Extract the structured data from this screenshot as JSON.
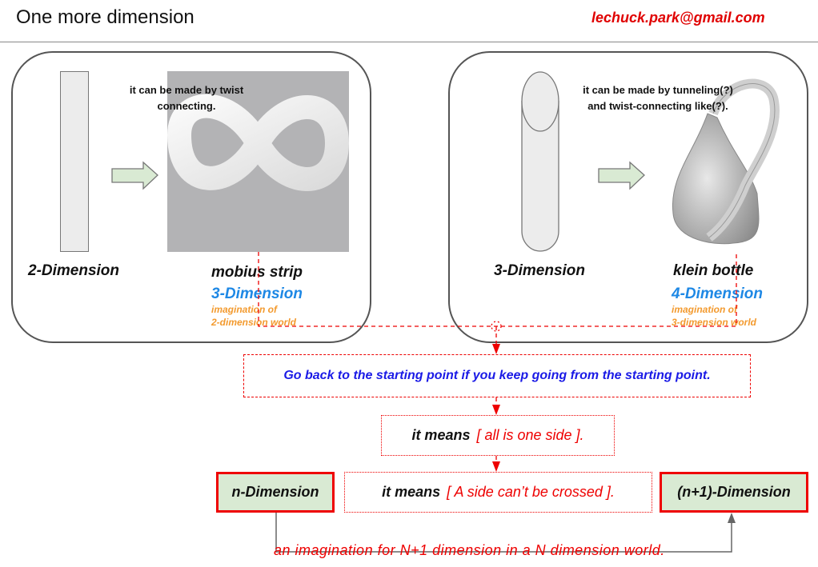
{
  "header": {
    "title": "One more dimension",
    "email": "lechuck.park@gmail.com"
  },
  "left_panel": {
    "note": [
      "it can be made by twist",
      "connecting."
    ],
    "source_label": "2-Dimension",
    "result_label": "mobius strip",
    "result_dimension": "3-Dimension",
    "caption": [
      "imagination of",
      "2-dimension world"
    ]
  },
  "right_panel": {
    "note": [
      "it can be made by tunneling(?)",
      "and twist-connecting like(?)."
    ],
    "source_label": "3-Dimension",
    "result_label": "klein bottle",
    "result_dimension": "4-Dimension",
    "caption": [
      "imagination of",
      "3-dimension world"
    ]
  },
  "flow": {
    "statement": "Go back to the starting point if you keep going from the starting point.",
    "meaning1_prefix": "it means",
    "meaning1": "[ all is one  side ].",
    "meaning2_prefix": "it means",
    "meaning2": "[ A side can’t be crossed ].",
    "n_dimension": "n-Dimension",
    "n1_dimension": "(n+1)-Dimension",
    "conclusion": "an imagination for N+1  dimension in a N dimension world."
  },
  "colors": {
    "accent_red": "#e00000",
    "blue": "#1e88e5",
    "orange": "#f39a2e",
    "green_fill": "#d9ead3"
  }
}
